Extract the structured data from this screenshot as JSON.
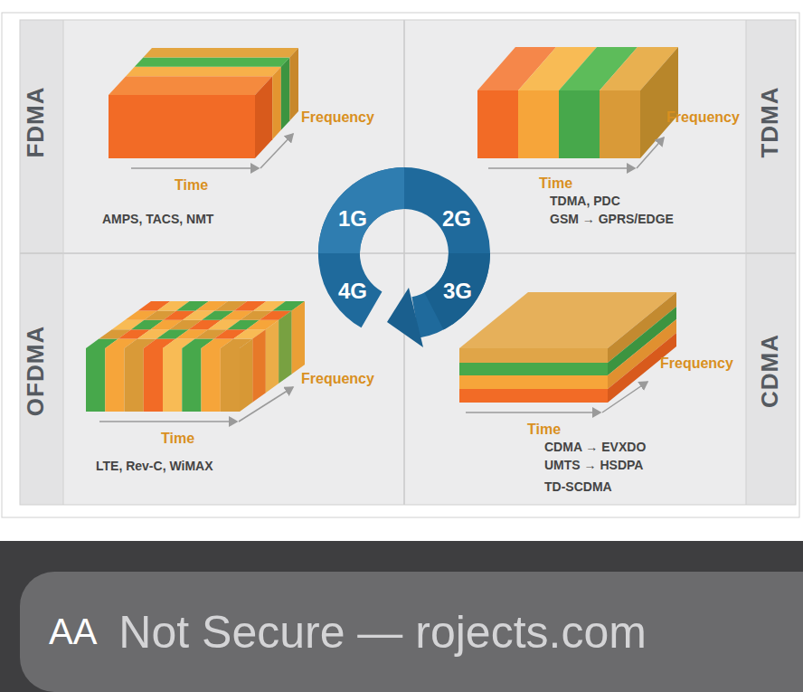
{
  "diagram": {
    "nodes": [
      {
        "text": [
          "AA",
          "Not Secure — rojects.com"
        ]
      }
    ],
    "labels": [
      "FDMA",
      "Frequency",
      "Time",
      "AMPS, TACS, NMT",
      "Frequency",
      "Time",
      "TDMA, PDC",
      "GSM → GPRS/EDGE",
      "TDMA",
      "1G",
      "2G",
      "4G",
      "3G",
      "OFDMA",
      "Frequency",
      "Time",
      "LTE, Rev-C, WiMAX",
      "Frequency",
      "Time",
      "CDMA → EVXDO",
      "UMTS → HSDPA",
      "TD-SCDMA",
      "CDMA"
    ]
  }
}
